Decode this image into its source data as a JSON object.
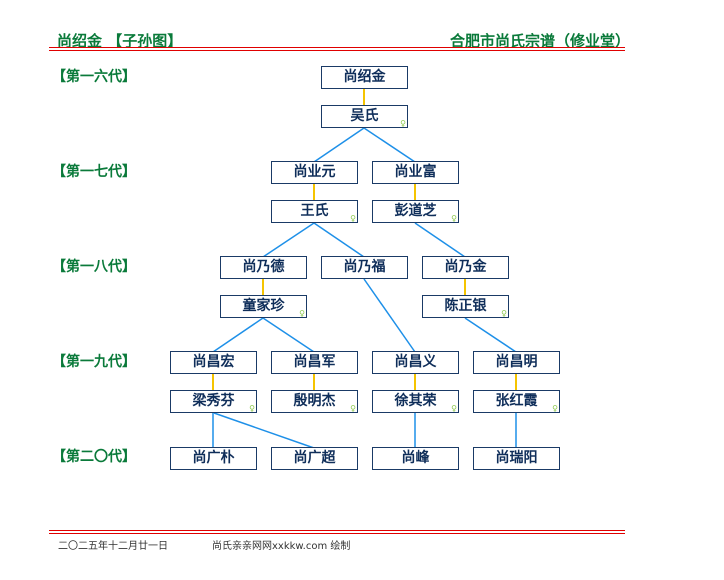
{
  "header": {
    "left": "尚绍金 【子孙图】",
    "right": "合肥市尚氏宗谱（修业堂）"
  },
  "generations": [
    "【第一六代】",
    "【第一七代】",
    "【第一八代】",
    "【第一九代】",
    "【第二〇代】"
  ],
  "nodes": [
    {
      "name": "尚绍金",
      "spouse": false
    },
    {
      "name": "吴氏",
      "spouse": true
    },
    {
      "name": "尚业元",
      "spouse": false
    },
    {
      "name": "尚业富",
      "spouse": false
    },
    {
      "name": "王氏",
      "spouse": true
    },
    {
      "name": "彭道芝",
      "spouse": true
    },
    {
      "name": "尚乃德",
      "spouse": false
    },
    {
      "name": "尚乃福",
      "spouse": false
    },
    {
      "name": "尚乃金",
      "spouse": false
    },
    {
      "name": "童家珍",
      "spouse": true
    },
    {
      "name": "陈正银",
      "spouse": true
    },
    {
      "name": "尚昌宏",
      "spouse": false
    },
    {
      "name": "尚昌军",
      "spouse": false
    },
    {
      "name": "尚昌义",
      "spouse": false
    },
    {
      "name": "尚昌明",
      "spouse": false
    },
    {
      "name": "梁秀芬",
      "spouse": true
    },
    {
      "name": "殷明杰",
      "spouse": true
    },
    {
      "name": "徐其荣",
      "spouse": true
    },
    {
      "name": "张红霞",
      "spouse": true
    },
    {
      "name": "尚广朴",
      "spouse": false
    },
    {
      "name": "尚广超",
      "spouse": false
    },
    {
      "name": "尚峰",
      "spouse": false
    },
    {
      "name": "尚瑞阳",
      "spouse": false
    }
  ],
  "female_symbol": "♀",
  "footer": {
    "date": "二〇二五年十二月廿一日",
    "credit": "尚氏亲亲网网xxkkw.com 绘制"
  },
  "colors": {
    "title": "#0a7a3a",
    "rule": "#e00000",
    "box_border": "#1a3a66",
    "spouse_line": "#f5c400",
    "child_line": "#1e90e8"
  }
}
